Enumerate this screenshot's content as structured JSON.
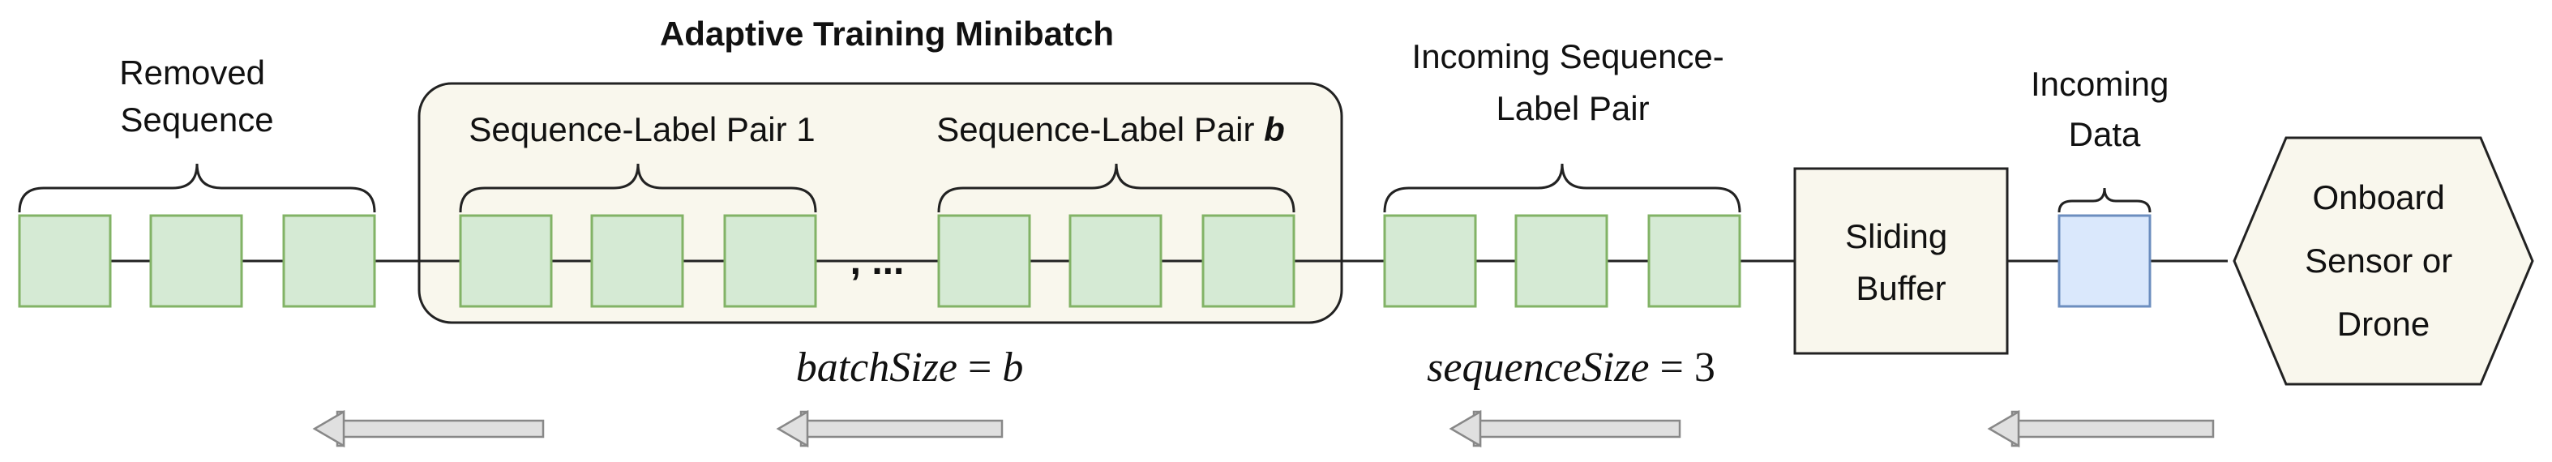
{
  "title": "Adaptive Training Minibatch",
  "labels": {
    "removed_line1": "Removed",
    "removed_line2": "Sequence",
    "pair1": "Sequence-Label Pair 1",
    "pairb_text": "Sequence-Label Pair ",
    "pairb_var": "b",
    "ellipsis": ", ...",
    "incoming_pair_line1": "Incoming Sequence-",
    "incoming_pair_line2": "Label Pair",
    "incoming_data_line1": "Incoming",
    "incoming_data_line2": "Data",
    "buffer_line1": "Sliding",
    "buffer_line2": "Buffer",
    "sensor_line1": "Onboard",
    "sensor_line2": "Sensor or",
    "sensor_line3": "Drone"
  },
  "equations": {
    "batch_var": "batchSize",
    "batch_eq": " = ",
    "batch_val": "b",
    "seq_var": "sequenceSize",
    "seq_eq": " = ",
    "seq_val": "3"
  },
  "colors": {
    "green_fill": "#d5ead4",
    "green_stroke": "#82b366",
    "blue_fill": "#dae8fc",
    "blue_stroke": "#6c8ebf",
    "beige_fill": "#f9f7ed",
    "arrow_fill": "#e0e0e0",
    "arrow_stroke": "#888888"
  }
}
